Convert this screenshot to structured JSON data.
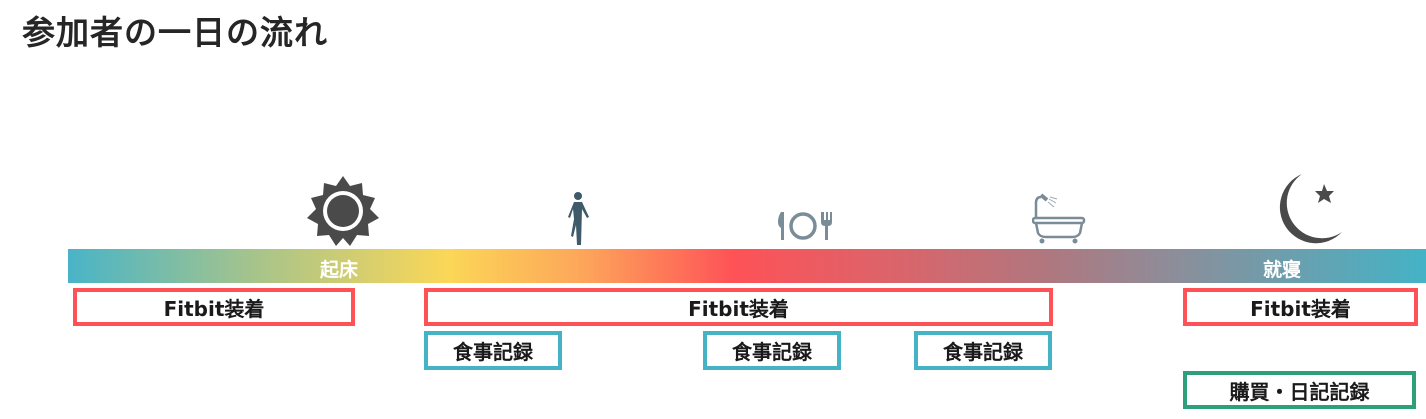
{
  "title": "参加者の一日の流れ",
  "timeline": {
    "wake": "起床",
    "sleep": "就寝"
  },
  "icons": [
    "sun-icon",
    "walking-person-icon",
    "meal-icon",
    "bathtub-icon",
    "moon-star-icon"
  ],
  "fitbit": [
    "Fitbit装着",
    "Fitbit装着",
    "Fitbit装着"
  ],
  "meals": [
    "食事記録",
    "食事記録",
    "食事記録"
  ],
  "purchase": "購買・日記記録",
  "colors": {
    "red": "#fe5257",
    "teal": "#44b3c6",
    "green": "#2e9f7b",
    "icon_dark": "#4a4a4a",
    "icon_slate": "#3f5a6b",
    "icon_grey": "#7a8c97"
  }
}
